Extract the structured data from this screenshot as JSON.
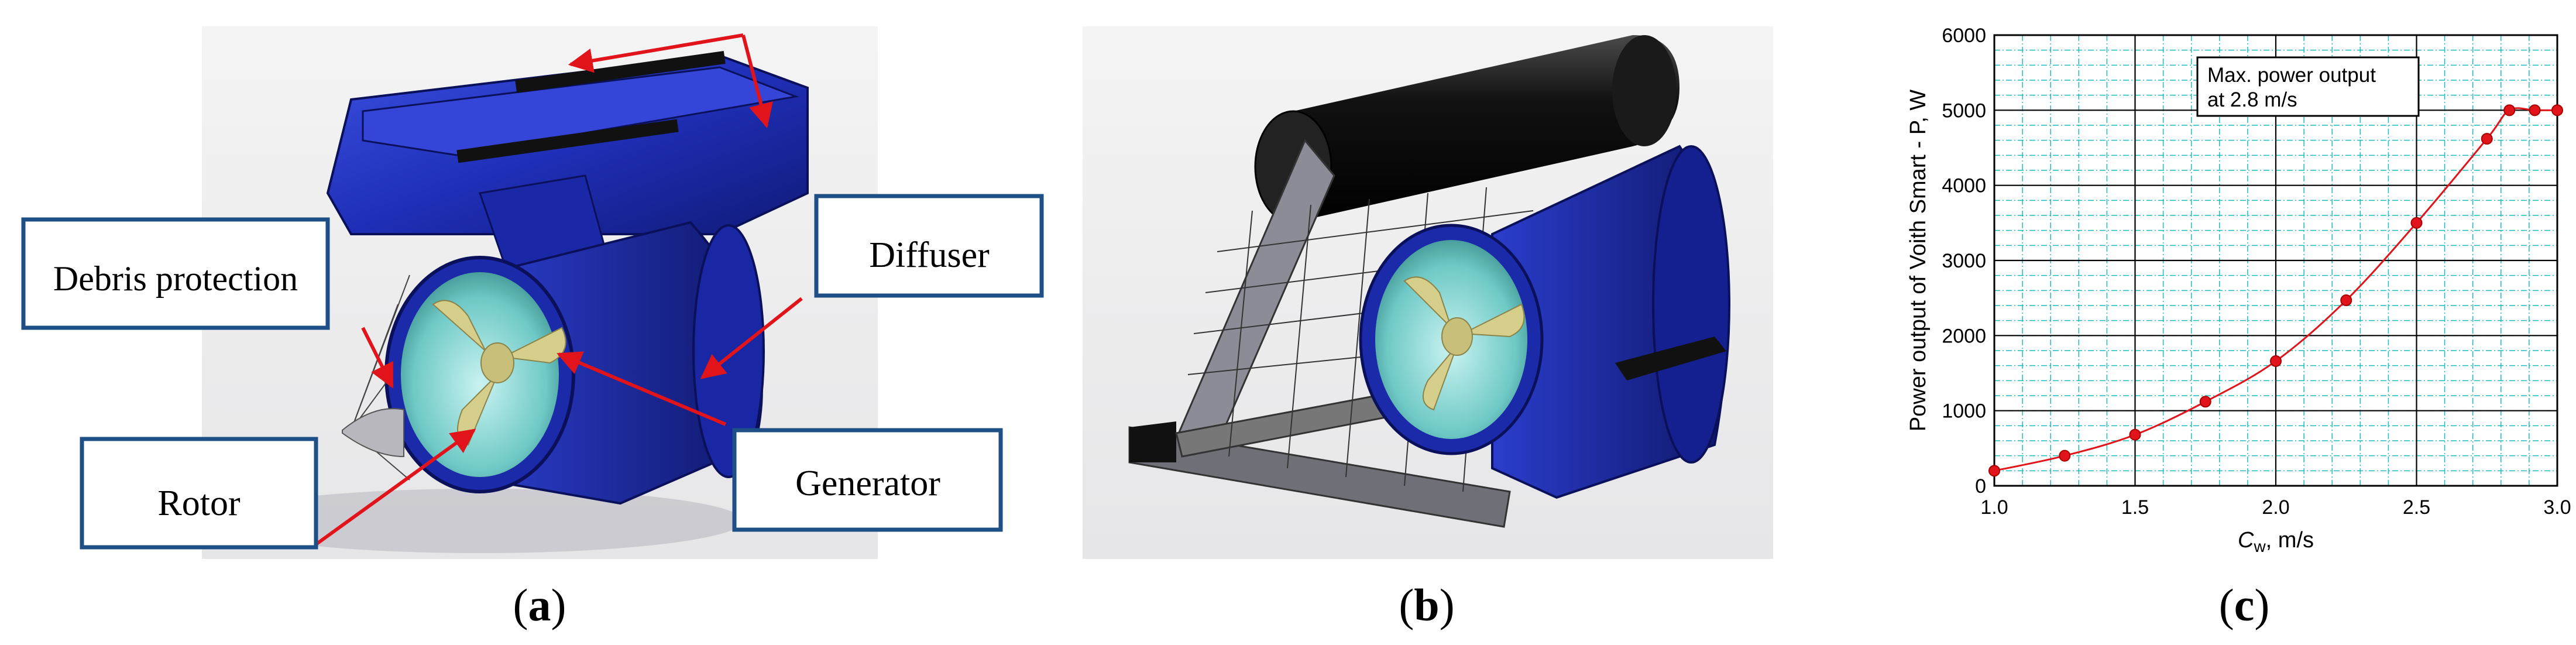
{
  "panel_a": {
    "caption_open": "(",
    "caption_letter": "a",
    "caption_close": ")",
    "labels": {
      "debris": "Debris protection",
      "rotor": "Rotor",
      "diffuser": "Diffuser",
      "generator": "Generator"
    }
  },
  "panel_b": {
    "caption_open": "(",
    "caption_letter": "b",
    "caption_close": ")"
  },
  "panel_c": {
    "caption_open": "(",
    "caption_letter": "c",
    "caption_close": ")"
  },
  "colors": {
    "housing_blue": "#1f2fb8",
    "rotor_gold": "#d6cf8c",
    "arrow_red": "#e0141a",
    "box_border": "#1e4f86",
    "chart_line": "#e0141a",
    "grid_cyan": "#1cbcbc"
  },
  "chart_data": {
    "type": "line",
    "title": "",
    "xlabel_main": "C",
    "xlabel_sub": "w",
    "xlabel_rest": ", m/s",
    "ylabel": "Power output of Voith Smart - P, W",
    "xlim": [
      1.0,
      3.0
    ],
    "ylim": [
      0,
      6000
    ],
    "xticks": [
      "1.0",
      "1.5",
      "2.0",
      "2.5",
      "3.0"
    ],
    "yticks": [
      "0",
      "1000",
      "2000",
      "3000",
      "4000",
      "5000",
      "6000"
    ],
    "grid": true,
    "annotation_line1": "Max. power output",
    "annotation_line2": "at 2.8 m/s",
    "points": [
      {
        "x": 1.0,
        "y": 200
      },
      {
        "x": 1.25,
        "y": 400
      },
      {
        "x": 1.5,
        "y": 680
      },
      {
        "x": 1.75,
        "y": 1120
      },
      {
        "x": 2.0,
        "y": 1660
      },
      {
        "x": 2.25,
        "y": 2470
      },
      {
        "x": 2.5,
        "y": 3500
      },
      {
        "x": 2.75,
        "y": 4620
      },
      {
        "x": 2.83,
        "y": 5000
      },
      {
        "x": 2.92,
        "y": 5000
      },
      {
        "x": 3.0,
        "y": 5000
      }
    ]
  }
}
